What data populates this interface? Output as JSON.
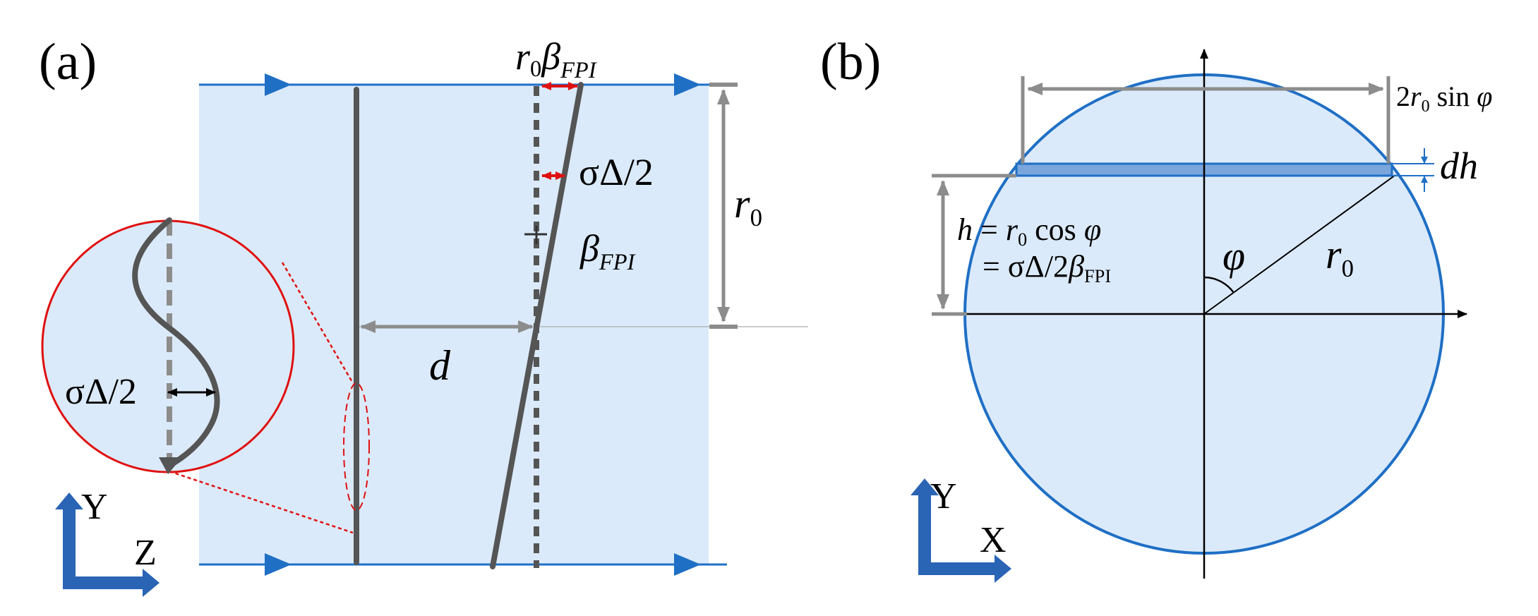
{
  "panel_a": {
    "tag": "(a)",
    "tilt_label": {
      "main": "r",
      "sub1": "0",
      "beta": "β",
      "sub2": "FPI"
    },
    "sigma_label": "σΔ/2",
    "beta_label": {
      "main": "β",
      "sub": "FPI"
    },
    "r0_label": {
      "main": "r",
      "sub": "0"
    },
    "d_label": "d",
    "inset_sigma_label": "σΔ/2",
    "axis_y": "Y",
    "axis_z": "Z"
  },
  "panel_b": {
    "tag": "(b)",
    "chord_label": {
      "pre": "2",
      "r": "r",
      "sub": "0",
      "post": " sin ",
      "phi": "φ"
    },
    "dh_label": "dh",
    "h_line1": {
      "h": "h",
      "eq": " = ",
      "r": "r",
      "sub": "0",
      "cos": " cos ",
      "phi": "φ"
    },
    "h_line2": {
      "eq": "= σΔ/2",
      "beta": "β",
      "sub": "FPI"
    },
    "phi_label": "φ",
    "r0_label": {
      "main": "r",
      "sub": "0"
    },
    "axis_y": "Y",
    "axis_x": "X"
  },
  "colors": {
    "beam_fill": "#dbeafa",
    "beam_line": "#1f6fc5",
    "dark_line": "#555555",
    "dim_gray": "#8c8c8c",
    "red": "#e01010",
    "axis_blue": "#2a64b5",
    "strip_fill": "#7aa6dc"
  }
}
